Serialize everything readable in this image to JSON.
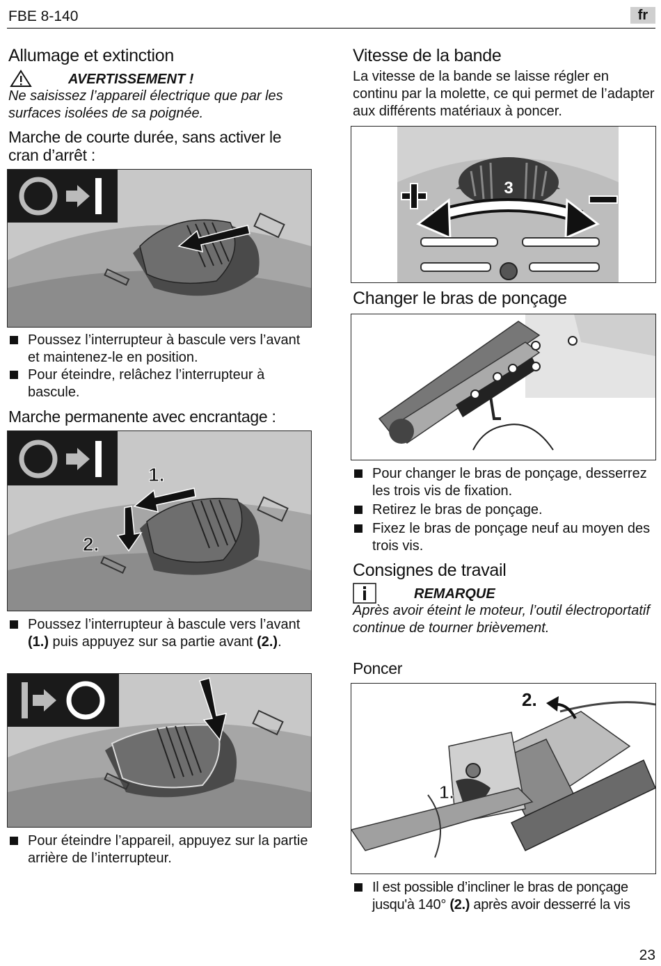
{
  "header": {
    "model": "FBE 8-140",
    "lang": "fr"
  },
  "left": {
    "title": "Allumage et extinction",
    "warning": {
      "label": "AVERTISSEMENT !",
      "text": "Ne saisissez l’appareil électrique que par les surfaces isolées de sa poignée."
    },
    "s1": {
      "heading": "Marche de courte durée, sans activer le cran d’arrêt :",
      "bullets": [
        "Poussez l’interrupteur à bascule vers l’avant et maintenez-le en position.",
        "Pour éteindre, relâchez l’interrupteur à bascule."
      ]
    },
    "s2": {
      "heading": "Marche permanente avec encrantage :",
      "bullet_a": "Poussez l’interrupteur à bascule vers l’avant ",
      "bullet_b": "(1.)",
      "bullet_c": " puis appuyez sur sa partie avant ",
      "bullet_d": "(2.)",
      "bullet_e": ".",
      "fig_labels": [
        "1.",
        "2."
      ]
    },
    "s3": {
      "bullets": [
        "Pour éteindre l’appareil, appuyez sur la partie arrière de l’interrupteur."
      ]
    }
  },
  "right": {
    "speed": {
      "title": "Vitesse de la bande",
      "text": "La vitesse de la bande se laisse régler en continu par la molette, ce qui permet de l’adapter aux différents matériaux à poncer.",
      "dial": "3"
    },
    "arm": {
      "title": "Changer le bras de ponçage",
      "bullets": [
        "Pour changer le bras de ponçage, desserrez les trois vis de fixation.",
        "Retirez le bras de ponçage.",
        "Fixez le bras de ponçage neuf au moyen des trois vis."
      ]
    },
    "work": {
      "title": "Consignes de travail",
      "note_label": "REMARQUE",
      "note_text": "Après avoir éteint le moteur, l’outil électroportatif continue de tourner brièvement."
    },
    "sand": {
      "title": "Poncer",
      "fig_labels": [
        "2.",
        "1."
      ],
      "bullet_a": "Il est possible d’incliner le bras de ponçage jusqu'à 140° ",
      "bullet_b": "(2.)",
      "bullet_c": " après avoir desserré la vis"
    }
  },
  "page_number": "23"
}
